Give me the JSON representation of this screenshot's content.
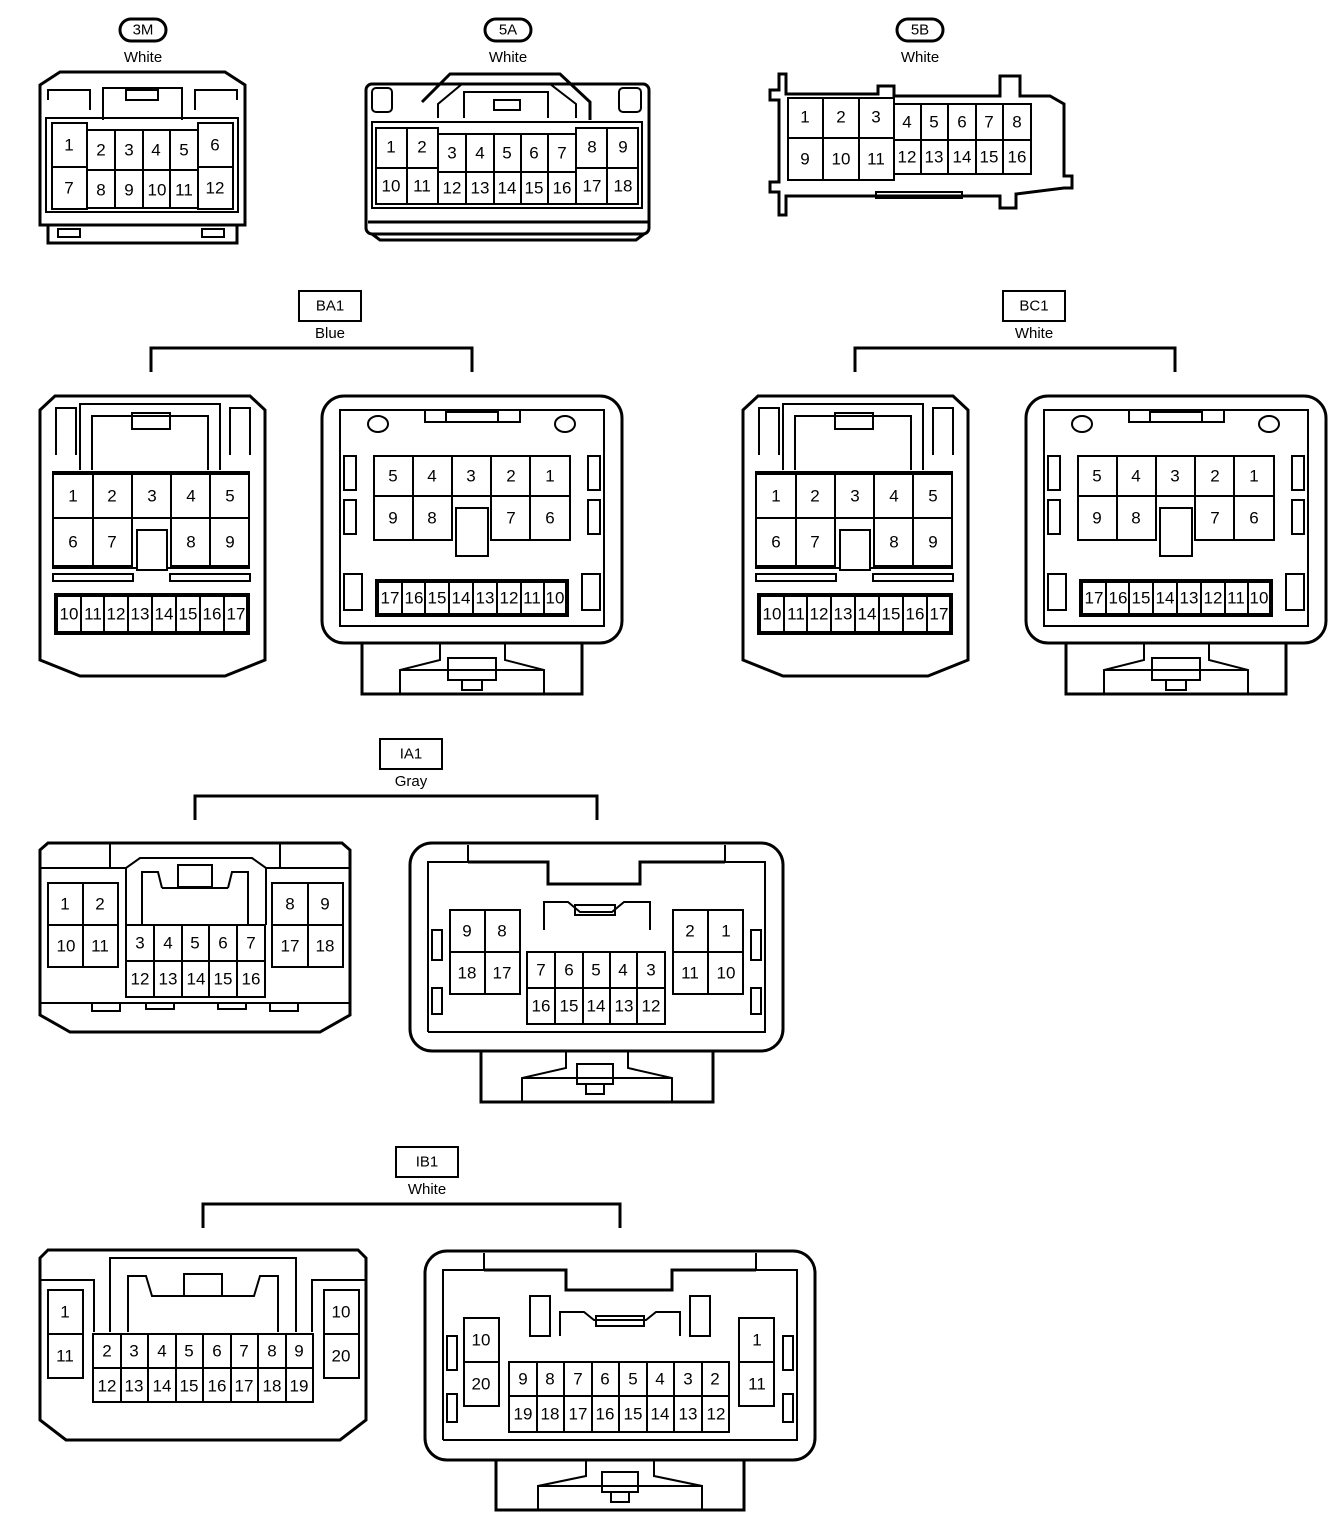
{
  "connectors": {
    "c3m": {
      "label": "3M",
      "color": "White",
      "pins": {
        "a1": "1",
        "a2": "2",
        "a3": "3",
        "a4": "4",
        "a5": "5",
        "a6": "6",
        "a7": "7",
        "a8": "8",
        "a9": "9",
        "a10": "10",
        "a11": "11",
        "a12": "12"
      }
    },
    "c5a": {
      "label": "5A",
      "color": "White",
      "pins": {
        "a1": "1",
        "a2": "2",
        "a3": "3",
        "a4": "4",
        "a5": "5",
        "a6": "6",
        "a7": "7",
        "a8": "8",
        "a9": "9",
        "a10": "10",
        "a11": "11",
        "a12": "12",
        "a13": "13",
        "a14": "14",
        "a15": "15",
        "a16": "16",
        "a17": "17",
        "a18": "18"
      }
    },
    "c5b": {
      "label": "5B",
      "color": "White",
      "pins": {
        "a1": "1",
        "a2": "2",
        "a3": "3",
        "a4": "4",
        "a5": "5",
        "a6": "6",
        "a7": "7",
        "a8": "8",
        "a9": "9",
        "a10": "10",
        "a11": "11",
        "a12": "12",
        "a13": "13",
        "a14": "14",
        "a15": "15",
        "a16": "16"
      }
    },
    "ba1": {
      "label": "BA1",
      "color": "Blue",
      "pins": {
        "a1": "1",
        "a2": "2",
        "a3": "3",
        "a4": "4",
        "a5": "5",
        "a6": "6",
        "a7": "7",
        "a8": "8",
        "a9": "9",
        "a10": "10",
        "a11": "11",
        "a12": "12",
        "a13": "13",
        "a14": "14",
        "a15": "15",
        "a16": "16",
        "a17": "17"
      }
    },
    "bc1": {
      "label": "BC1",
      "color": "White",
      "pins": {
        "a1": "1",
        "a2": "2",
        "a3": "3",
        "a4": "4",
        "a5": "5",
        "a6": "6",
        "a7": "7",
        "a8": "8",
        "a9": "9",
        "a10": "10",
        "a11": "11",
        "a12": "12",
        "a13": "13",
        "a14": "14",
        "a15": "15",
        "a16": "16",
        "a17": "17"
      }
    },
    "ia1": {
      "label": "IA1",
      "color": "Gray",
      "pins": {
        "a1": "1",
        "a2": "2",
        "a3": "3",
        "a4": "4",
        "a5": "5",
        "a6": "6",
        "a7": "7",
        "a8": "8",
        "a9": "9",
        "a10": "10",
        "a11": "11",
        "a12": "12",
        "a13": "13",
        "a14": "14",
        "a15": "15",
        "a16": "16",
        "a17": "17",
        "a18": "18"
      }
    },
    "ib1": {
      "label": "IB1",
      "color": "White",
      "pins": {
        "a1": "1",
        "a2": "2",
        "a3": "3",
        "a4": "4",
        "a5": "5",
        "a6": "6",
        "a7": "7",
        "a8": "8",
        "a9": "9",
        "a10": "10",
        "a11": "11",
        "a12": "12",
        "a13": "13",
        "a14": "14",
        "a15": "15",
        "a16": "16",
        "a17": "17",
        "a18": "18",
        "a19": "19",
        "a20": "20"
      }
    }
  }
}
